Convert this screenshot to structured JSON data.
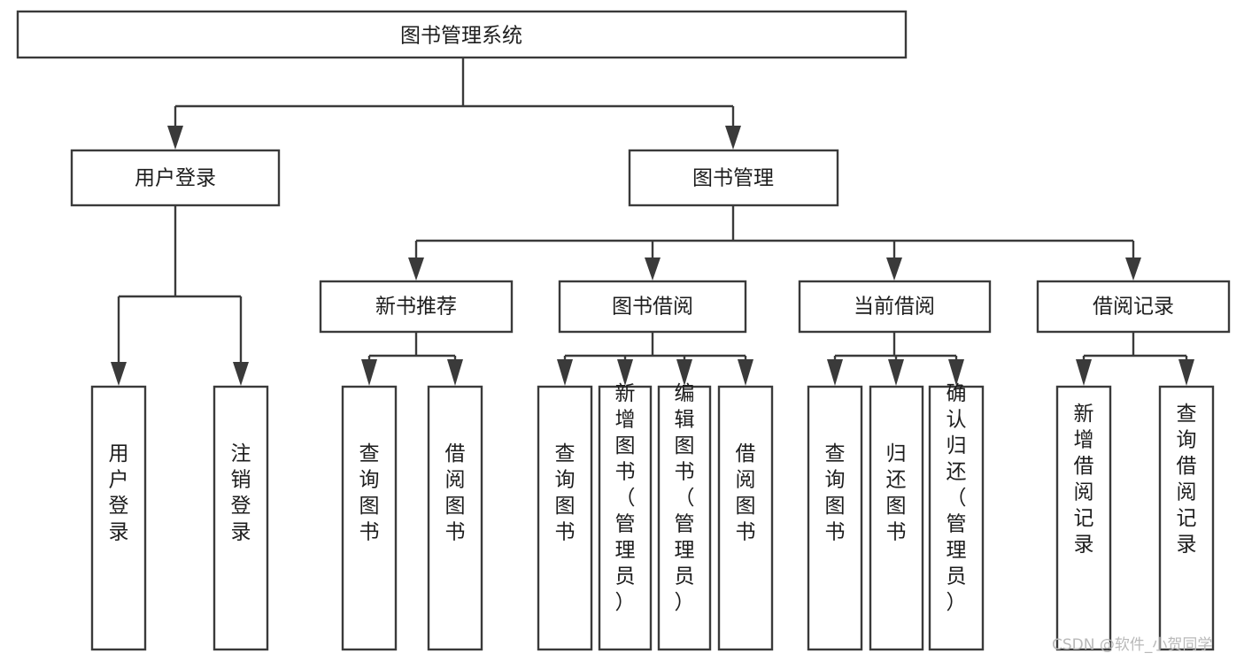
{
  "diagram": {
    "type": "tree",
    "title": "图书管理系统",
    "orientation": "top-down",
    "colors": {
      "box_fill": "#ffffff",
      "box_stroke": "#3a3a3a",
      "text": "#1d1d1d",
      "watermark": "#b9b9b9"
    },
    "root": {
      "label": "图书管理系统"
    },
    "level1": [
      {
        "label": "用户登录"
      },
      {
        "label": "图书管理"
      }
    ],
    "level2": [
      {
        "label": "新书推荐",
        "parent": "图书管理"
      },
      {
        "label": "图书借阅",
        "parent": "图书管理"
      },
      {
        "label": "当前借阅",
        "parent": "图书管理"
      },
      {
        "label": "借阅记录",
        "parent": "图书管理"
      }
    ],
    "leaves": {
      "user_login": [
        {
          "label": "用户登录"
        },
        {
          "label": "注销登录"
        }
      ],
      "new_book_recommend": [
        {
          "label": "查询图书"
        },
        {
          "label": "借阅图书"
        }
      ],
      "book_borrow": [
        {
          "label": "查询图书"
        },
        {
          "label": "新增图书（管理员）"
        },
        {
          "label": "编辑图书（管理员）"
        },
        {
          "label": "借阅图书"
        }
      ],
      "current_borrow": [
        {
          "label": "查询图书"
        },
        {
          "label": "归还图书"
        },
        {
          "label": "确认归还（管理员）"
        }
      ],
      "borrow_record": [
        {
          "label": "新增借阅记录"
        },
        {
          "label": "查询借阅记录"
        }
      ]
    }
  },
  "watermark": {
    "text": "CSDN @软件_小贺同学"
  }
}
